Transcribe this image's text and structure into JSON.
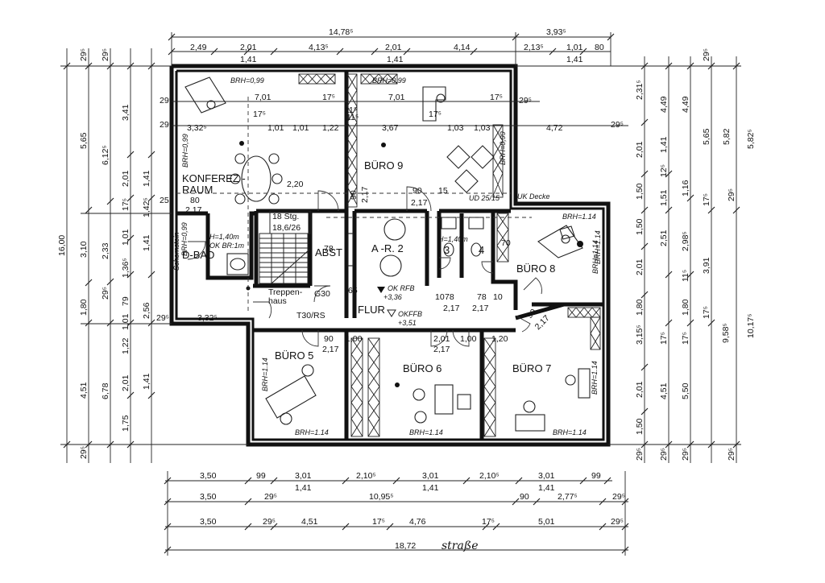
{
  "rooms": {
    "konferenz_1": "KONFEREZ -",
    "konferenz_2": "RAUM",
    "buero9": "BÜRO 9",
    "dbad": "D-BAD",
    "abst": "ABST",
    "ar2": "A -R. 2",
    "flur": "FLUR",
    "wc3": "3",
    "wc4": "4",
    "buero8": "BÜRO 8",
    "buero5": "BÜRO 5",
    "buero6": "BÜRO 6",
    "buero7": "BÜRO 7",
    "treppen_1": "Treppen-",
    "treppen_2": "haus",
    "stair_top": "18 Stg.",
    "stair_ratio": "18,6/26",
    "t30": "T30/RS",
    "g30": "G30"
  },
  "annotations": {
    "brh099_a": "BRH=0,99",
    "brh099_b": "BRH=0,99",
    "brh099_c": "BRH=0,99",
    "brh099_d": "BRH=0,99",
    "brh099_e": "BRH=0,99",
    "brh114_a": "BRH=1.14",
    "brh114_b": "BRH=1.14",
    "brh114_c": "BRH=1.14",
    "brh114_d": "BRH=1.14",
    "brh114_e": "BRH=1.14",
    "brh114_f": "BRH=1.14",
    "brh114_g": "BRH=1.14",
    "brh114_h": "BRH=1.14",
    "okrfb": "OK RFB",
    "okrfb_val": "+3,36",
    "okffb": "OKFFB",
    "okffb_val": "+3,51",
    "ukdecke": "UK Decke",
    "ud": "UD 25/15",
    "h_wc": "H=1,40m",
    "h_bad": "H=1,40m",
    "ok_bad": "OK BR:1m",
    "schornstein": "Schornstein",
    "strasse": "straße"
  },
  "dims_top": {
    "total_a": "14,78⁵",
    "total_b": "3,93⁵",
    "row1": [
      "2,49",
      "2,01",
      "4,13⁵",
      "2,01",
      "4,14",
      "2,13⁵",
      "1,01",
      "80"
    ],
    "row1b": [
      "1,41",
      "1,41",
      "1,41"
    ],
    "inner_a": [
      "29⁵",
      "7,01",
      "17⁵",
      "7,01",
      "11⁵",
      "17⁵",
      "29⁵"
    ],
    "inner_b": [
      "29⁵",
      "3,32⁵",
      "17⁵",
      "1,01",
      "1,01",
      "1,22",
      "11⁵",
      "3,67",
      "17⁵",
      "1,03",
      "1,03",
      "4,72",
      "29⁵"
    ]
  },
  "dims_bottom": {
    "row1": [
      "3,50",
      "99",
      "3,01",
      "2,10⁵",
      "3,01",
      "2,10⁵",
      "3,01",
      "99"
    ],
    "row1b": [
      "1,41",
      "1,41",
      "1,41"
    ],
    "row2": [
      "3,50",
      "29⁵",
      "10,95⁵",
      "90",
      "2,77⁵",
      "29⁵"
    ],
    "row3": [
      "3,50",
      "29⁵",
      "4,51",
      "17⁵",
      "4,76",
      "17⁵",
      "5,01",
      "29⁵"
    ],
    "total": "18,72"
  },
  "dims_left": {
    "overall": "16,00",
    "col_a": [
      "5,65",
      "3,10",
      "1,80",
      "4,51"
    ],
    "col_b": [
      "6,12⁵",
      "2,33",
      "29⁵",
      "6,78"
    ],
    "col_c": [
      "3,41",
      "2,01",
      "17⁵",
      "1,01",
      "1,36⁵",
      "79",
      "1,01",
      "1,22",
      "2,01",
      "1,75"
    ],
    "col_d": [
      "1,41",
      "1,42⁵",
      "1,41",
      "2,56",
      "1,41"
    ],
    "misc": [
      "29⁵",
      "29⁵",
      "29⁵",
      "3,32⁵",
      "25",
      "29⁵"
    ]
  },
  "dims_right": {
    "col_a": [
      "2,31⁵",
      "2,01",
      "1,50",
      "1,50",
      "2,01",
      "1,80",
      "3,15⁵",
      "2,01",
      "1,50",
      "29⁵"
    ],
    "col_b": [
      "4,49",
      "1,41",
      "12⁵",
      "1,51",
      "2,51",
      "17⁵",
      "4,51",
      "29⁵"
    ],
    "col_c": [
      "4,49",
      "1,16",
      "2,98⁵",
      "11⁵",
      "1,80",
      "17⁵",
      "5,50",
      "29⁵"
    ],
    "col_d": [
      "5,65",
      "17⁵",
      "3,91",
      "17⁵",
      "9,58⁵",
      "29⁵"
    ],
    "col_e": [
      "5,82",
      "5,82⁵",
      "29⁵",
      "10,17⁵",
      "29⁵"
    ]
  },
  "door_dims": [
    "90",
    "2,17",
    "90",
    "2,17",
    "15",
    "80",
    "2,17",
    "2,20",
    "90",
    "2,17",
    "2,01",
    "2,17",
    "1,00",
    "1,00",
    "1,20",
    "78",
    "2,17",
    "78",
    "2,17",
    "10",
    "10",
    "65",
    "70",
    "90",
    "2,17",
    "78"
  ]
}
